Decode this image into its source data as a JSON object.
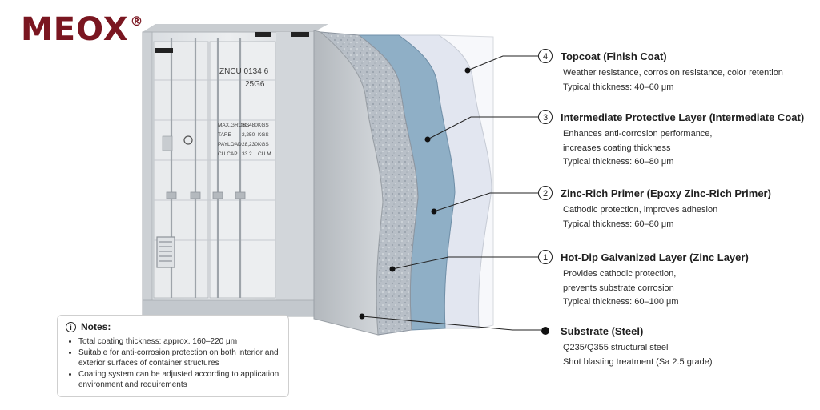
{
  "brand": {
    "name": "MEOX",
    "mark": "®"
  },
  "container": {
    "code": "ZNCU 0134 6",
    "size_type": "25G6",
    "weights": [
      {
        "label": "MAX.GROSS",
        "value": "30,480",
        "unit": "KGS"
      },
      {
        "label": "TARE",
        "value": "2,250",
        "unit": "KGS"
      },
      {
        "label": "PAYLOAD",
        "value": "28,230",
        "unit": "KGS"
      },
      {
        "label": "CU.CAP.",
        "value": "33.2",
        "unit": "CU.M"
      }
    ]
  },
  "layers": [
    {
      "marker": "4",
      "title": "Topcoat (Finish Coat)",
      "lines": [
        "Weather resistance, corrosion resistance, color retention",
        "Typical thickness: 40–60 μm"
      ]
    },
    {
      "marker": "3",
      "title": "Intermediate Protective Layer (Intermediate Coat)",
      "lines": [
        "Enhances anti-corrosion performance,",
        "increases coating thickness",
        "Typical thickness: 60–80 μm"
      ]
    },
    {
      "marker": "2",
      "title": "Zinc-Rich Primer (Epoxy Zinc-Rich Primer)",
      "lines": [
        "Cathodic protection, improves adhesion",
        "Typical thickness: 60–80 μm"
      ]
    },
    {
      "marker": "1",
      "title": "Hot-Dip Galvanized Layer (Zinc Layer)",
      "lines": [
        "Provides cathodic protection,",
        "prevents substrate corrosion",
        "Typical thickness: 60–100 μm"
      ]
    },
    {
      "marker": "",
      "title": "Substrate (Steel)",
      "lines": [
        "Q235/Q355 structural steel",
        "Shot blasting treatment (Sa 2.5 grade)"
      ]
    }
  ],
  "notes": {
    "title": "Notes:",
    "items": [
      "Total coating thickness: approx. 160–220 μm",
      "Suitable for anti-corrosion protection on both interior and exterior surfaces of container structures",
      "Coating system can be adjusted according to application environment and requirements"
    ]
  },
  "colors": {
    "brand": "#7a1620",
    "container": "#e4e7ea",
    "steel": "#c4c8cc",
    "zinc": "#b7bec6",
    "primer": "#8fafc6",
    "intermediate": "#e2e6f0",
    "topcoat": "#f7f8fb"
  }
}
